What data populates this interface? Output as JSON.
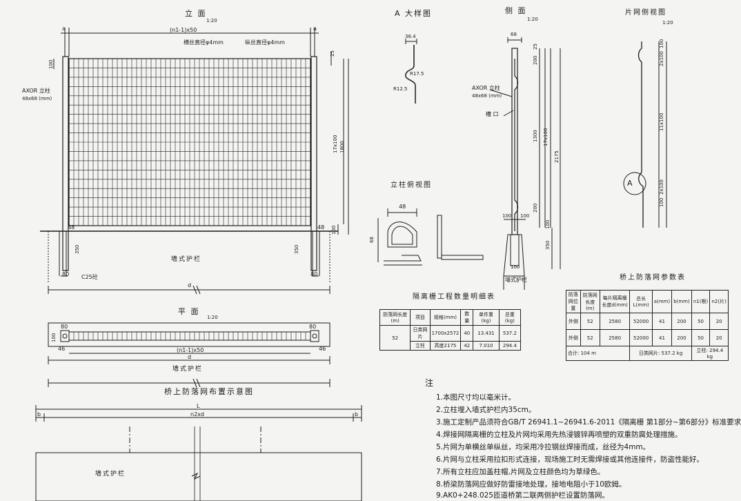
{
  "titles": {
    "elevation": "立 面",
    "elevation_scale": "1:20",
    "detail_a": "A 大样图",
    "side": "侧 面",
    "side_scale": "1:20",
    "panel_side": "片网侧视图",
    "panel_side_scale": "1:20",
    "plan": "平 面",
    "plan_scale": "1:20",
    "post_top": "立柱俯视图",
    "layout": "桥上防落网布置示意图",
    "qty_table": "隔离栅工程数量明细表",
    "param_table": "桥上防落网参数表"
  },
  "elevation": {
    "dim_top": "(n1-1)x50",
    "a_left": "a",
    "a_right": "a",
    "wire_h": "横丝直径φ4mm",
    "wire_v": "纵丝直径φ4mm",
    "post_label": "AXOR 立柱",
    "post_size": "48x68 (mm)",
    "dim_100": "100",
    "dim_25": "25",
    "dim_17x100": "17x100",
    "dim_1800": "1800",
    "dim_48l": "48",
    "dim_48r": "48",
    "dim_350l": "350",
    "dim_350r": "350",
    "dim_100r": "100",
    "dim_80l": "80",
    "dim_80r": "80",
    "c25": "C25砼",
    "wall": "墙式护栏",
    "d": "d"
  },
  "plan": {
    "dim_80l": "80",
    "dim_80r": "80",
    "dim_100": "100",
    "dim_46l": "46",
    "dim_46r": "46",
    "n1": "(n1-1)x50",
    "d": "d",
    "wall": "墙式护栏"
  },
  "detail_a": {
    "dim_36": "36.4",
    "r175": "R17.5",
    "r125": "R12.5"
  },
  "post_top": {
    "dim_48": "48",
    "dim_68": "68"
  },
  "side": {
    "dim_68": "68",
    "dim_25": "25",
    "dim_200a": "200",
    "dim_1300": "1300",
    "dim_17x100": "17x100",
    "dim_2175": "2175",
    "dim_200b": "200",
    "dim_100a": "100",
    "dim_100b": "100",
    "dim_100c": "100",
    "dim_350": "350",
    "dim_100d": "100",
    "post_label": "AXOR 立柱",
    "post_size": "48x68 (mm)",
    "groove": "槽 口",
    "wall": "墙式护栏"
  },
  "panel_side": {
    "dim_100a": "100",
    "dim_2x100a": "2x100",
    "dim_11x100": "11x100",
    "dim_2x100b": "2x100",
    "dim_100b": "100",
    "mark": "A"
  },
  "layout": {
    "L": "L",
    "b_left": "b",
    "b_right": "b",
    "n2": "n2xd",
    "wall": "墙式护栏"
  },
  "qty_table": {
    "headers": [
      "防落网长度(m)",
      "项目",
      "规格(mm)",
      "数量",
      "单件重(kg)",
      "总重(kg)"
    ],
    "length": "52",
    "rows": [
      {
        "item": "日类网片",
        "spec": "1700x2572",
        "qty": "40",
        "unit": "13.431",
        "total": "537.2"
      },
      {
        "item": "立柱",
        "spec": "高度2175",
        "qty": "42",
        "unit": "7.010",
        "total": "294.4"
      }
    ]
  },
  "param_table": {
    "headers": [
      "防落网位置",
      "防落网长度(m)",
      "每片隔离栅长度d(mm)",
      "总长L(mm)",
      "a(mm)",
      "b(mm)",
      "n1(根)",
      "n2(片)"
    ],
    "rows": [
      [
        "外侧",
        "52",
        "2580",
        "52000",
        "41",
        "200",
        "50",
        "20"
      ],
      [
        "外侧",
        "52",
        "2580",
        "52000",
        "41",
        "200",
        "50",
        "20"
      ]
    ],
    "footer_total": "合计: 104 m",
    "footer_mesh": "日类网片: 537.2 kg",
    "footer_post": "立柱: 294.4 kg"
  },
  "notes": {
    "title": "注",
    "items": [
      "1.本图尺寸均以毫米计。",
      "2.立柱埋入墙式护栏内35cm。",
      "3.施工定制产品须符合GB/T 26941.1~26941.6-2011《隔离栅 第1部分~第6部分》标准要求。",
      "4.焊接网隔离栅的立柱及片网均采用先热浸镀锌再喷塑的双重防腐处理措施。",
      "5.片网为单横丝单纵丝，均采用冷拉钢丝焊接而成，丝径为4mm。",
      "6.片网与立柱采用拉扣形式连接，现场施工时无需焊接或其他连接件，防盗性能好。",
      "7.所有立柱应加盖柱帽,片网及立柱颜色均为草绿色。",
      "8.桥梁防落网应做好防雷接地处理，接地电阻小于10欧姆。",
      "9.AK0+248.025匝道桥第二联两侧护栏设置防落网。"
    ]
  }
}
